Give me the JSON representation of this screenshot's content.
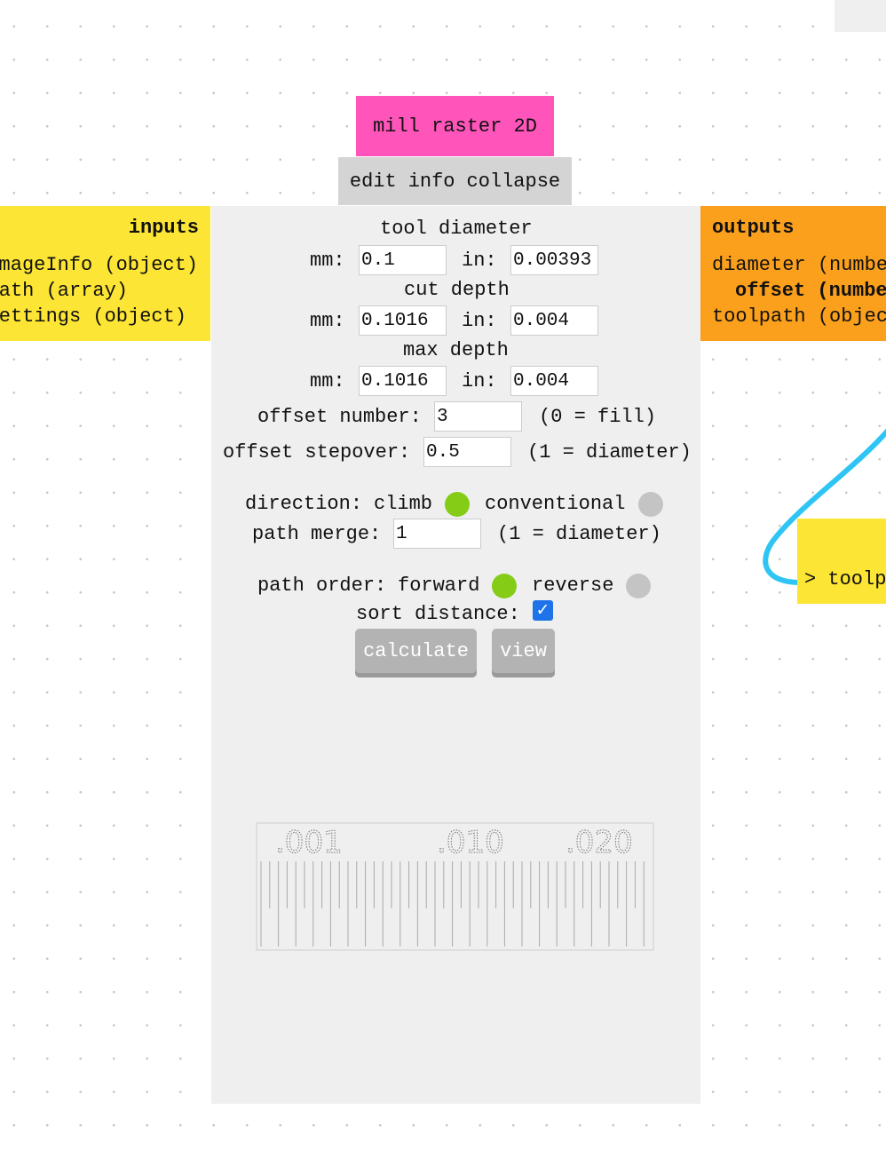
{
  "module": {
    "title": "mill raster 2D",
    "edit_label": "edit",
    "info_label": "info",
    "collapse_label": "collapse"
  },
  "inputs": {
    "header": "inputs",
    "items": [
      "imageInfo (object)",
      "path (array)",
      "settings (object)"
    ]
  },
  "outputs": {
    "header": "outputs",
    "items": [
      "diameter (number)",
      "offset (number)",
      "toolpath (object)"
    ]
  },
  "form": {
    "tool_diameter": {
      "label": "tool diameter",
      "mm_label": "mm:",
      "mm": "0.1",
      "in_label": "in:",
      "in": "0.00393"
    },
    "cut_depth": {
      "label": "cut depth",
      "mm_label": "mm:",
      "mm": "0.1016",
      "in_label": "in:",
      "in": "0.004"
    },
    "max_depth": {
      "label": "max depth",
      "mm_label": "mm:",
      "mm": "0.1016",
      "in_label": "in:",
      "in": "0.004"
    },
    "offset_number": {
      "label": "offset number:",
      "value": "3",
      "hint": "(0 = fill)"
    },
    "offset_stepover": {
      "label": "offset stepover:",
      "value": "0.5",
      "hint": "(1 = diameter)"
    },
    "direction": {
      "label": "direction:",
      "climb": "climb",
      "conventional": "conventional",
      "selected": "climb"
    },
    "path_merge": {
      "label": "path merge:",
      "value": "1",
      "hint": "(1 = diameter)"
    },
    "path_order": {
      "label": "path order:",
      "forward": "forward",
      "reverse": "reverse",
      "selected": "forward"
    },
    "sort_distance": {
      "label": "sort distance:",
      "checked": true
    },
    "calculate_label": "calculate",
    "view_label": "view"
  },
  "preview": {
    "labels": [
      ".001",
      ".010",
      ".020"
    ]
  },
  "connected_node": {
    "label": "> toolpath"
  },
  "colors": {
    "selected": "#84cc16",
    "unselected": "#c4c4c4",
    "wire": "#2ec5f5"
  }
}
